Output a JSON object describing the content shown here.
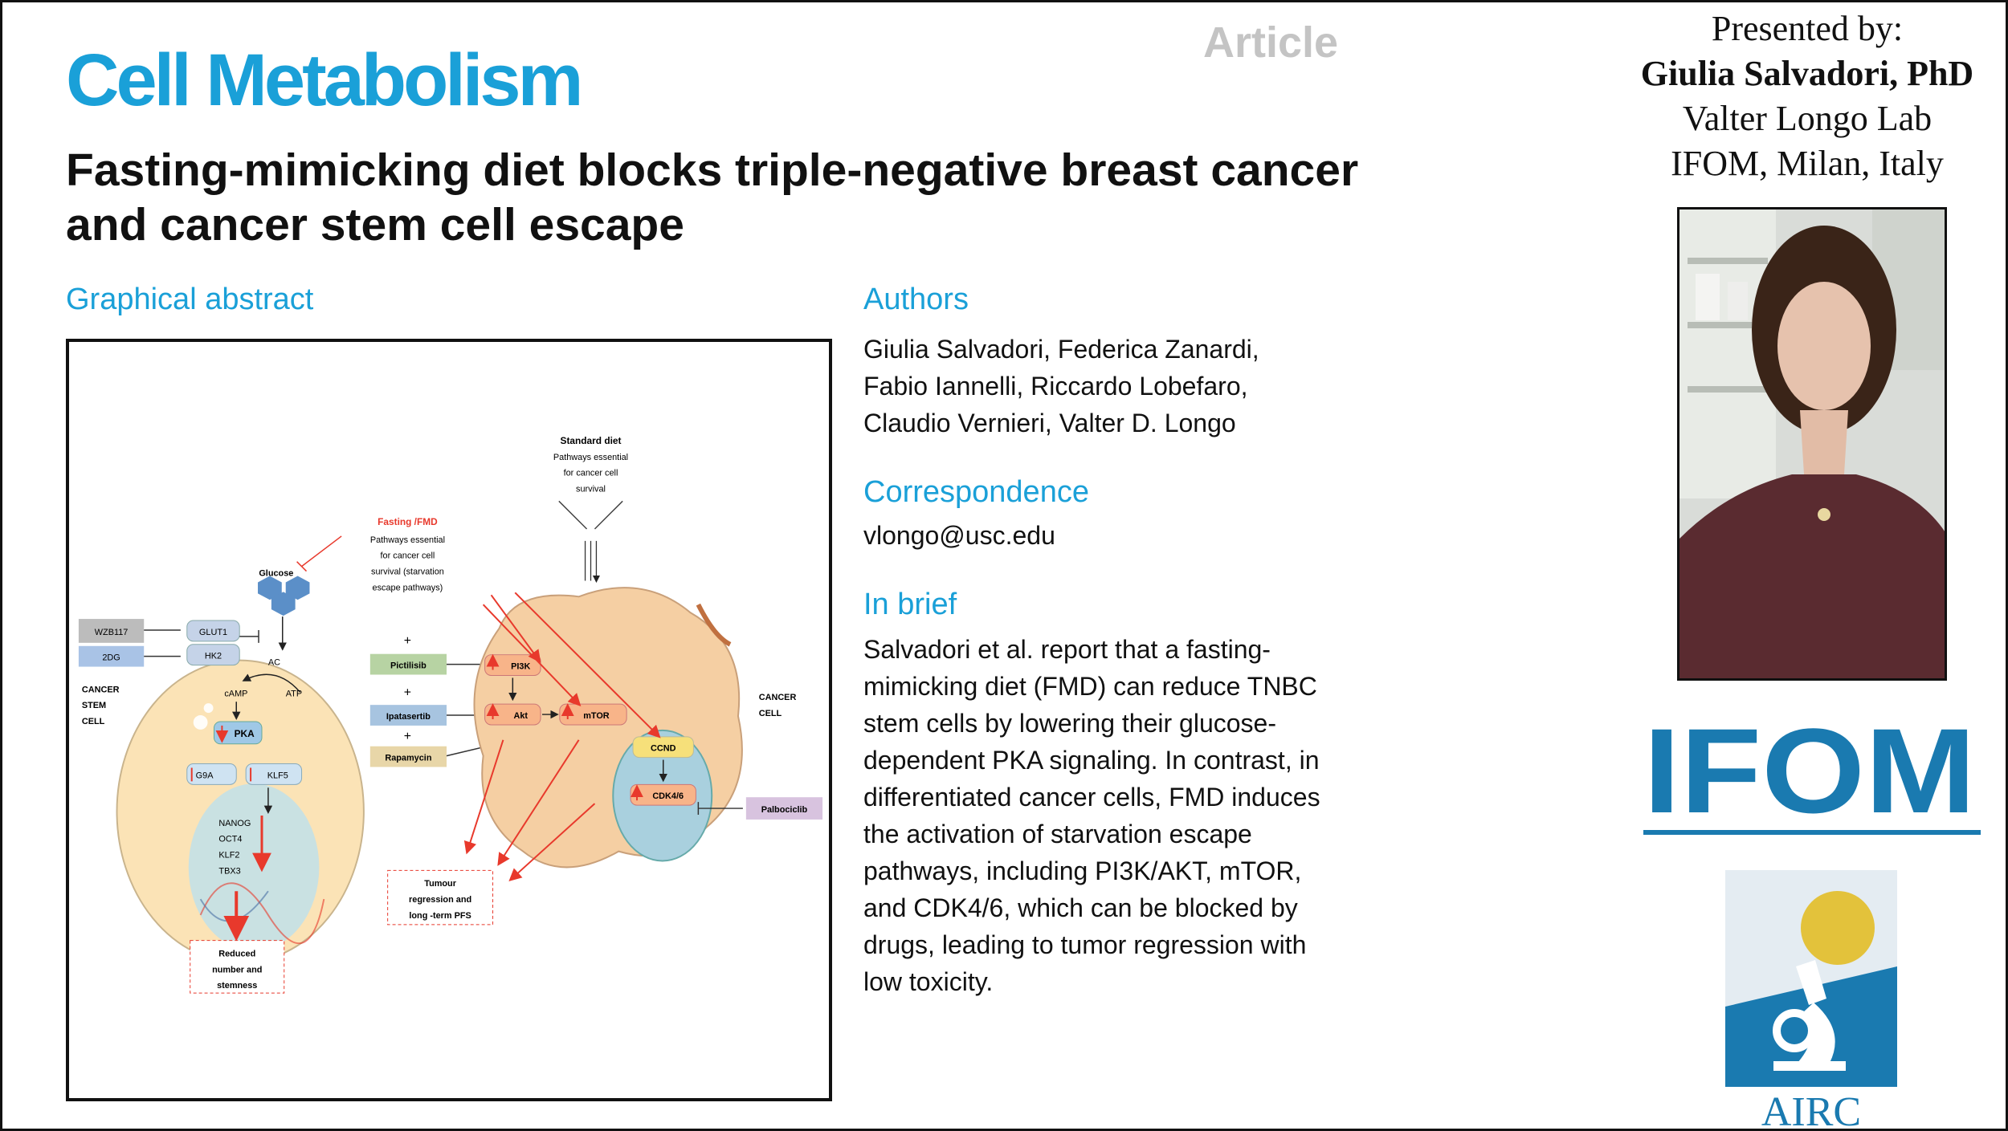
{
  "header": {
    "journal": "Cell Metabolism",
    "type": "Article",
    "title": "Fasting-mimicking diet blocks triple-negative breast cancer and cancer stem cell escape"
  },
  "graphical_abstract": {
    "heading": "Graphical abstract",
    "labels": {
      "standard_diet": "Standard  diet",
      "standard_l1": "Pathways essential",
      "standard_l2": "for cancer cell",
      "standard_l3": "survival",
      "fasting": "Fasting /FMD",
      "fasting_l1": "Pathways essential",
      "fasting_l2": "for cancer cell",
      "fasting_l3": "survival (starvation",
      "fasting_l4": "escape pathways)",
      "glucose": "Glucose",
      "wzb117": "WZB117",
      "dg2": "2DG",
      "glut1": "GLUT1",
      "hk2": "HK2",
      "ac": "AC",
      "camp": "cAMP",
      "atp": "ATP",
      "pka": "PKA",
      "g9a": "G9A",
      "klf5": "KLF5",
      "nanog": "NANOG",
      "oct4": "OCT4",
      "klf2": "KLF2",
      "tbx3": "TBX3",
      "csc_1": "CANCER",
      "csc_2": "STEM",
      "csc_3": "CELL",
      "cc_1": "CANCER",
      "cc_2": "CELL",
      "plus": "+",
      "pictilisib": "Pictilisib",
      "ipatasertib": "Ipatasertib",
      "rapamycin": "Rapamycin",
      "pi3k": "PI3K",
      "akt": "Akt",
      "mtor": "mTOR",
      "ccnd": "CCND",
      "cdk46": "CDK4/6",
      "palbociclib": "Palbociclib",
      "tumour_1": "Tumour",
      "tumour_2": "regression and",
      "tumour_3": "long -term PFS",
      "reduced_1": "Reduced",
      "reduced_2": "number and",
      "reduced_3": "stemness"
    }
  },
  "authors": {
    "heading": "Authors",
    "line1": "Giulia Salvadori, Federica Zanardi,",
    "line2": "Fabio Iannelli, Riccardo Lobefaro,",
    "line3": "Claudio Vernieri, Valter D. Longo"
  },
  "correspondence": {
    "heading": "Correspondence",
    "email": "vlongo@usc.edu"
  },
  "in_brief": {
    "heading": "In brief",
    "lines": [
      "Salvadori et al. report that a fasting-",
      "mimicking diet (FMD) can reduce TNBC",
      "stem cells by lowering their glucose-",
      "dependent PKA signaling. In contrast, in",
      "differentiated cancer cells, FMD induces",
      "the activation of starvation escape",
      "pathways, including PI3K/AKT, mTOR,",
      "and CDK4/6, which can be blocked by",
      "drugs, leading to tumor regression with",
      "low toxicity."
    ]
  },
  "presenter": {
    "label": "Presented by:",
    "name": "Giulia Salvadori, PhD",
    "lab": "Valter Longo Lab",
    "institute": "IFOM, Milan, Italy"
  },
  "logos": {
    "ifom": "IFOM",
    "airc": "AIRC"
  },
  "colors": {
    "accent": "#1aa0d8",
    "ifom_blue": "#1a7ab0",
    "arrow_red": "#e8392c"
  }
}
